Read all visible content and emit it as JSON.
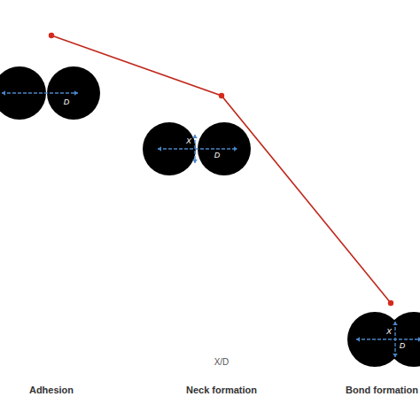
{
  "diagram": {
    "nodes": [
      {
        "text": [
          "D"
        ]
      },
      {
        "text": [
          "X",
          "D"
        ]
      },
      {
        "text": [
          "X",
          "D"
        ]
      }
    ],
    "labels": [
      "X/D",
      "Adhesion",
      "Neck formation",
      "Bond formation"
    ]
  }
}
